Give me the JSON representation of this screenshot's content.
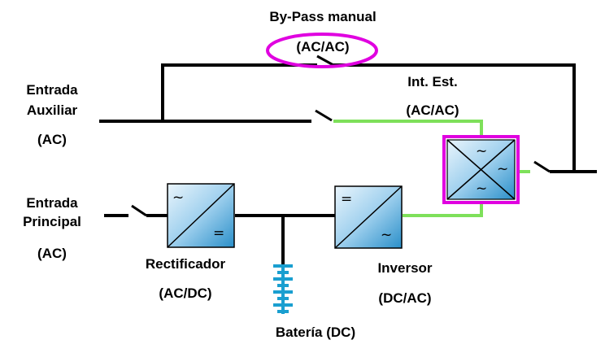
{
  "labels": {
    "bypass_title": "By-Pass manual",
    "bypass_type": "(AC/AC)",
    "int_est_title": "Int. Est.",
    "int_est_type": "(AC/AC)",
    "aux_line1": "Entrada",
    "aux_line2": "Auxiliar",
    "aux_type": "(AC)",
    "main_line1": "Entrada",
    "main_line2": "Principal",
    "main_type": "(AC)",
    "rect_title": "Rectificador",
    "rect_type": "(AC/DC)",
    "inv_title": "Inversor",
    "inv_type": "(DC/AC)",
    "battery": "Batería (DC)"
  },
  "symbols": {
    "ac": "~",
    "dc": "="
  },
  "colors": {
    "wire": "#000000",
    "active_wire": "#7ee05a",
    "highlight": "#e000e0",
    "box_light": "#e8f4fb",
    "box_dark": "#2a8fc9",
    "battery": "#1a9fd0"
  }
}
